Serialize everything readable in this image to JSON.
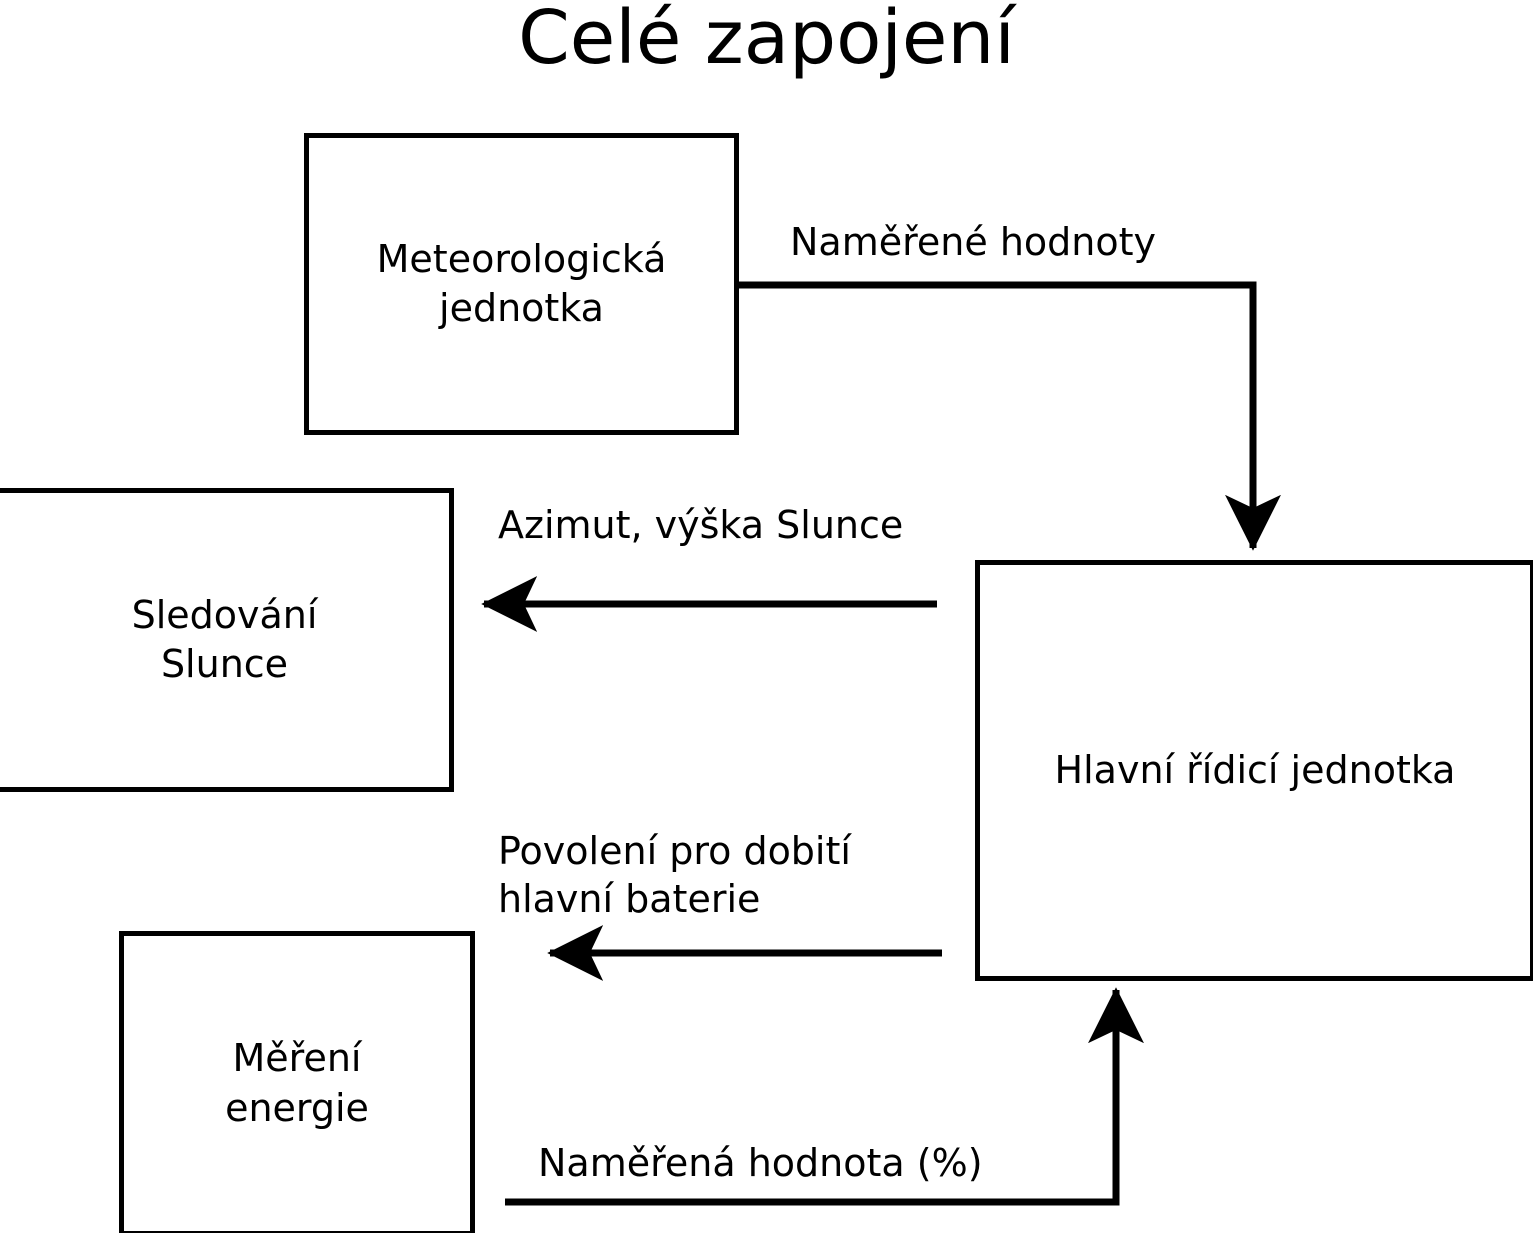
{
  "title": "Celé zapojení",
  "nodes": [
    {
      "id": "meteo",
      "label": "Meteorologická\njednotka"
    },
    {
      "id": "sun",
      "label": "Sledování\nSlunce"
    },
    {
      "id": "main",
      "label": "Hlavní řídicí jednotka"
    },
    {
      "id": "energy",
      "label": "Měření\nenergie"
    }
  ],
  "edges": [
    {
      "id": "measured-values",
      "label": "Naměřené hodnoty",
      "from": "meteo",
      "to": "main"
    },
    {
      "id": "azimuth",
      "label": "Azimut, výška Slunce",
      "from": "main",
      "to": "sun"
    },
    {
      "id": "permission",
      "label": "Povolení pro dobití\nhlavní baterie",
      "from": "main",
      "to": "energy"
    },
    {
      "id": "measured-pct",
      "label": "Naměřená hodnota (%)",
      "from": "energy",
      "to": "main"
    }
  ],
  "colors": {
    "background": "#ffffff",
    "stroke": "#000000",
    "text": "#000000"
  }
}
